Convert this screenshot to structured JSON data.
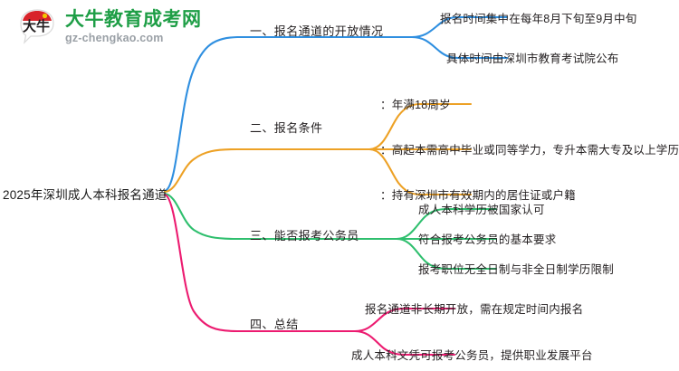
{
  "logo": {
    "mark_text": "大牛",
    "title": "大牛教育成考网",
    "subtitle": "gz-chengkao.com",
    "title_color": "#1e9e46",
    "subtitle_color": "#9aa0a6",
    "mark_arc_color": "#d8232a"
  },
  "mindmap": {
    "root": {
      "label": "2025年深圳成人本科报名通道"
    },
    "branches": [
      {
        "label": "一、报名通道的开放情况",
        "color": "#2f8fe0",
        "children": [
          {
            "label": "报名时间集中在每年8月下旬至9月中旬"
          },
          {
            "label": "具体时间由深圳市教育考试院公布"
          }
        ]
      },
      {
        "label": "二、报名条件",
        "color": "#eda125",
        "children": [
          {
            "label": "：年满18周岁"
          },
          {
            "label": "：高起本需高中毕业或同等学力，专升本需大专及以上学历"
          },
          {
            "label": "：持有深圳市有效期内的居住证或户籍"
          }
        ]
      },
      {
        "label": "三、能否报考公务员",
        "color": "#2fbf6e",
        "children": [
          {
            "label": "成人本科学历被国家认可"
          },
          {
            "label": "符合报考公务员的基本要求"
          },
          {
            "label": "报考职位无全日制与非全日制学历限制"
          }
        ]
      },
      {
        "label": "四、总结",
        "color": "#ec1b70",
        "children": [
          {
            "label": "报名通道非长期开放，需在规定时间内报名"
          },
          {
            "label": "成人本科文凭可报考公务员，提供职业发展平台"
          }
        ]
      }
    ]
  }
}
